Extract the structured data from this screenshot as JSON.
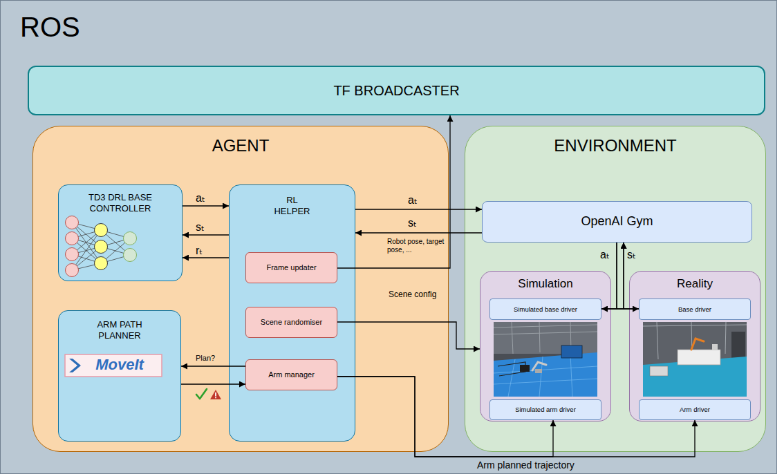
{
  "diagram": {
    "nodes": [
      {
        "text": [
          "ROS"
        ]
      },
      {
        "text": [
          "TF BROADCASTER"
        ],
        "in": 0
      },
      {
        "text": [
          "AGENT"
        ],
        "in": 0
      },
      {
        "text": [
          "TD3 DRL BASE CONTROLLER"
        ],
        "in": 2
      },
      {
        "text": [
          "RL HELPER"
        ],
        "in": 2
      },
      {
        "text": [
          "Frame updater"
        ],
        "in": 4
      },
      {
        "text": [
          "Scene randomiser"
        ],
        "in": 4
      },
      {
        "text": [
          "Arm manager"
        ],
        "in": 4
      },
      {
        "text": [
          "ARM PATH PLANNER",
          "MoveIt"
        ],
        "in": 2
      },
      {
        "text": [
          "ENVIRONMENT"
        ],
        "in": 0
      },
      {
        "text": [
          "OpenAI Gym"
        ],
        "in": 9
      },
      {
        "text": [
          "Simulation"
        ],
        "in": 9
      },
      {
        "text": [
          "Simulated base driver"
        ],
        "in": 11
      },
      {
        "text": [
          "Simulated arm driver"
        ],
        "in": 11
      },
      {
        "text": [
          "Reality"
        ],
        "in": 9
      },
      {
        "text": [
          "Base driver"
        ],
        "in": 14
      },
      {
        "text": [
          "Arm driver"
        ],
        "in": 14
      }
    ],
    "edges": [
      {
        "from": 3,
        "to": 4,
        "arrow": "to",
        "label": "aₜ"
      },
      {
        "from": 4,
        "to": 3,
        "arrow": "to",
        "label": "sₜ"
      },
      {
        "from": 4,
        "to": 3,
        "arrow": "to",
        "label": "rₜ"
      },
      {
        "from": 4,
        "to": 10,
        "arrow": "to",
        "label": "aₜ"
      },
      {
        "from": 10,
        "to": 4,
        "arrow": "to",
        "label": "sₜ"
      },
      {
        "from": 5,
        "to": 1,
        "arrow": "to",
        "label": "Robot pose, target pose, ..."
      },
      {
        "from": 6,
        "to": 11,
        "arrow": "to",
        "label": "Scene config"
      },
      {
        "from": 7,
        "to": 8,
        "arrow": "to",
        "label": "Plan?"
      },
      {
        "from": 8,
        "to": 7,
        "arrow": "to"
      },
      {
        "from": 10,
        "to": 12,
        "arrow": "to",
        "label": "aₜ"
      },
      {
        "from": 10,
        "to": 15,
        "arrow": "to"
      },
      {
        "from": 12,
        "to": 10,
        "arrow": "to",
        "label": "sₜ"
      },
      {
        "from": 15,
        "to": 10,
        "arrow": "to"
      },
      {
        "from": 7,
        "to": 13,
        "arrow": "to",
        "label": "Arm planned trajectory"
      },
      {
        "from": 7,
        "to": 16,
        "arrow": "to"
      }
    ]
  }
}
